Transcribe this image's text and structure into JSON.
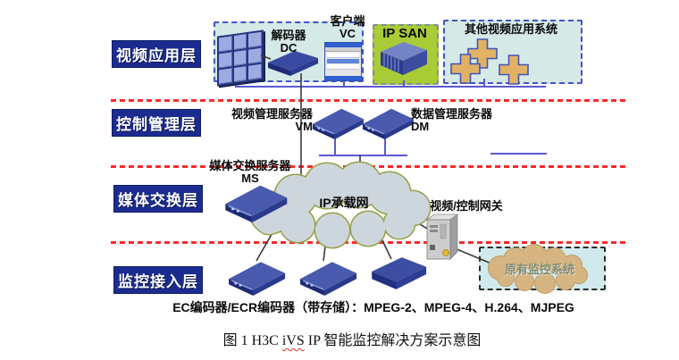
{
  "layers": [
    "视频应用层",
    "控制管理层",
    "媒体交换层",
    "监控接入层"
  ],
  "application_layer": {
    "decoder": {
      "name": "解码器",
      "code": "DC"
    },
    "client": {
      "name": "客户端",
      "code": "VC"
    },
    "ip_san": {
      "label": "IP SAN"
    },
    "other_systems": {
      "label": "其他视频应用系统"
    }
  },
  "control_layer": {
    "video_mgmt_server": {
      "name": "视频管理服务器",
      "code": "VM"
    },
    "data_mgmt_server": {
      "name": "数据管理服务器",
      "code": "DM"
    }
  },
  "media_layer": {
    "media_switch_server": {
      "name": "媒体交换服务器",
      "code": "MS"
    },
    "ip_network": {
      "label": "IP承载网"
    },
    "gateway": {
      "label": "视频/控制网关"
    }
  },
  "access_layer": {
    "legacy_system": {
      "label": "原有监控系统"
    },
    "encoder_note": "EC编码器/ECR编码器（带存储）：MPEG-2、MPEG-4、H.264、MJPEG"
  },
  "caption": {
    "prefix": "图 1 H3C ",
    "product": "iVS",
    "suffix": " IP 智能监控解决方案示意图"
  },
  "colors": {
    "layer_label_bg": "#1c2b8f",
    "separator_red": "#fa2a2a",
    "app_box_bg": "#d5e9e7",
    "app_box_border": "#4153c8",
    "ip_san_bg": "#a9cb36",
    "device_blue": "#35459e",
    "bus_blue": "#5a5ad0",
    "cloud_gray": "#ced6dd",
    "cloud_edge_olive": "#97a24a",
    "legacy_cloud_tan": "#d6b582",
    "cross_orange": "#e2b264"
  }
}
